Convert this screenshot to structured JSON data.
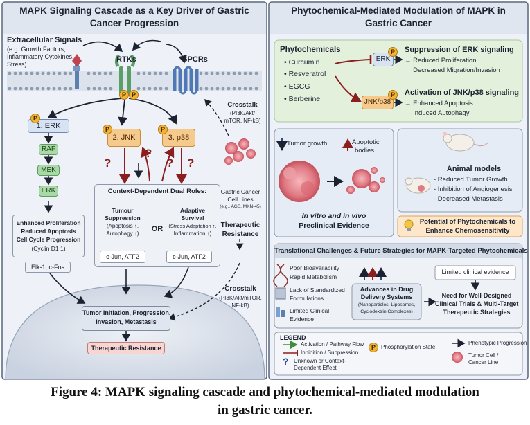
{
  "left_panel": {
    "title_line1": "MAPK Signaling Cascade as a Key Driver of Gastric",
    "title_line2": "Cancer Progression",
    "extracellular_title": "Extracellular Signals",
    "extracellular_sub1": "(e.g. Growth Factors,",
    "extracellular_sub2": "Inflammatory Cytokines,",
    "extracellular_sub3": "Stress)",
    "rtks": "RTKs",
    "gpcrs": "GPCRs",
    "erk_branch": "1. ERK",
    "jnk_branch": "2. JNK",
    "p38_branch": "3. p38",
    "raf": "RAF",
    "mek": "MEK",
    "erk": "ERK",
    "erk_effects": [
      "Enhanced Proliferation",
      "Reduced Apoptosis",
      "Cell Cycle Progression",
      "(Cyclin D1 1)"
    ],
    "elk": "Elk-1, c-Fos",
    "dual_roles_title": "Context-Dependent Dual Roles:",
    "tumour_suppression": [
      "Tumour",
      "Suppression",
      "(Apoptosis ↑,",
      "Autophagy ↑)"
    ],
    "or_label": "OR",
    "adaptive_survival": [
      "Adaptive",
      "Survival",
      "(Stress Adaptation ↑,",
      "Inflammation ↑)"
    ],
    "cjun_left": "c-Jun, ATF2",
    "cjun_right": "c-Jun, ATF2",
    "question_mark": "?",
    "crosstalk_top": [
      "Crosstalk",
      "(PI3K/Akt/",
      "mTOR, NF-kB)"
    ],
    "cell_lines": [
      "Gastric Cancer",
      "Cell Lines",
      "(e.g., AGS, MKN-45)"
    ],
    "therapeutic_resistance_right": [
      "Therapeutic",
      "Resistance"
    ],
    "crosstalk_bottom": [
      "Crosstalk",
      "(PI3K/Akt/mTOR,",
      "NF-kB)"
    ],
    "tumor_initiation": [
      "Tumor Initiation, Progression,",
      "Invasion, Metastasis"
    ],
    "therapeutic_resistance_box": "Therapeutic Resistance",
    "phospho": "P"
  },
  "right_panel": {
    "title_line1": "Phytochemical-Mediated Modulation of MAPK in",
    "title_line2": "Gastric Cancer",
    "phytochemicals_title": "Phytochemicals",
    "phytochemicals": [
      "Curcumin",
      "Resveratrol",
      "EGCG",
      "Berberine"
    ],
    "erk_node": "ERK",
    "jnk_node": "JNK/p38",
    "suppression_title": "Suppression of  ERK signaling",
    "suppression_items": [
      "→ Reduced Proliferation",
      "→ Decreased Migration/Invasion"
    ],
    "activation_title": "Activation of JNK/p38 signaling",
    "activation_items": [
      "→ Enhanced Apoptosis",
      "→ Induced Autophagy"
    ],
    "tumor_growth": "Tumor growth",
    "apoptotic_bodies": [
      "Apoptotic",
      "bodies"
    ],
    "preclinical": [
      "In vitro and in vivo",
      "Preclinical Evidence"
    ],
    "animal_models_title": "Animal models",
    "animal_models_items": [
      "- Reduced Tumor Growth",
      "- Inhibition of Angiogenesis",
      "- Decreased Metastasis"
    ],
    "potential": [
      "Potential of Phytochemicals to",
      "Enhance Chemosensitivity"
    ],
    "translational_title": "Translational Challenges & Future Strategies for MAPK-Targeted Phytochemicals",
    "challenges": [
      "Poor Bioavailability",
      "Rapid Metabolism",
      "Lack of Standardized",
      "Formulations",
      "Limited Clinical",
      "Evidence"
    ],
    "advances": [
      "Advances in Drug",
      "Delivery Systems",
      "(Nanoparticles, Liposomes,",
      "Cyclodextrin Complexes)"
    ],
    "limited_clinical": "Limited clinical evidence",
    "need_trials": [
      "Need for Well-Designed",
      "Clinical Trials & Multi-Target",
      "Therapeutic Strategies"
    ]
  },
  "legend": {
    "title": "LEGEND",
    "activation": "Activation / Pathway Flow",
    "inhibition": "Inhibition / Suppression",
    "unknown": [
      "Unknown or Context-",
      "Dependent Effect"
    ],
    "phospho_state": "Phosphorylation State",
    "phenotypic": "Phenotypic Progression",
    "tumor_cell": [
      "Tumor Cell /",
      "Cancer Line"
    ]
  },
  "caption": {
    "line1": "Figure 4: MAPK signaling cascade and phytochemical-mediated modulation",
    "line2": "in gastric cancer."
  },
  "colors": {
    "panel_bg": "#eef2f8",
    "header_bg": "#dfe6f0",
    "green_box": "#e3f0dc",
    "inhibit_red": "#8b1f1f",
    "activate_green": "#3f8c3a",
    "phospho": "#f2b234",
    "tumor_pink": "#e07a84"
  }
}
